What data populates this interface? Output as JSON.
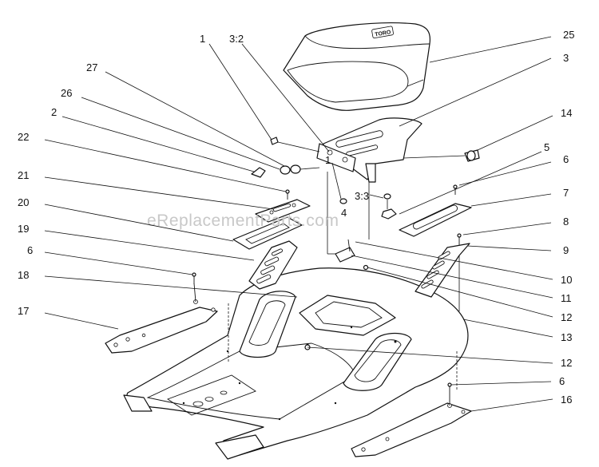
{
  "watermark": "eReplacementParts.com",
  "brand_logo_text": "TORO",
  "callouts": [
    {
      "id": "c25",
      "text": "25"
    },
    {
      "id": "c3",
      "text": "3"
    },
    {
      "id": "c14",
      "text": "14"
    },
    {
      "id": "c5",
      "text": "5"
    },
    {
      "id": "c6a",
      "text": "6"
    },
    {
      "id": "c7",
      "text": "7"
    },
    {
      "id": "c8",
      "text": "8"
    },
    {
      "id": "c9",
      "text": "9"
    },
    {
      "id": "c10",
      "text": "10"
    },
    {
      "id": "c11",
      "text": "11"
    },
    {
      "id": "c12a",
      "text": "12"
    },
    {
      "id": "c13",
      "text": "13"
    },
    {
      "id": "c12b",
      "text": "12"
    },
    {
      "id": "c6b",
      "text": "6"
    },
    {
      "id": "c16",
      "text": "16"
    },
    {
      "id": "c1a",
      "text": "1"
    },
    {
      "id": "c32",
      "text": "3:2"
    },
    {
      "id": "c27",
      "text": "27"
    },
    {
      "id": "c26",
      "text": "26"
    },
    {
      "id": "c2",
      "text": "2"
    },
    {
      "id": "c22",
      "text": "22"
    },
    {
      "id": "c21",
      "text": "21"
    },
    {
      "id": "c20",
      "text": "20"
    },
    {
      "id": "c19",
      "text": "19"
    },
    {
      "id": "c6c",
      "text": "6"
    },
    {
      "id": "c18",
      "text": "18"
    },
    {
      "id": "c17",
      "text": "17"
    },
    {
      "id": "c1b",
      "text": "1"
    },
    {
      "id": "c33",
      "text": "3:3"
    },
    {
      "id": "c4",
      "text": "4"
    }
  ]
}
